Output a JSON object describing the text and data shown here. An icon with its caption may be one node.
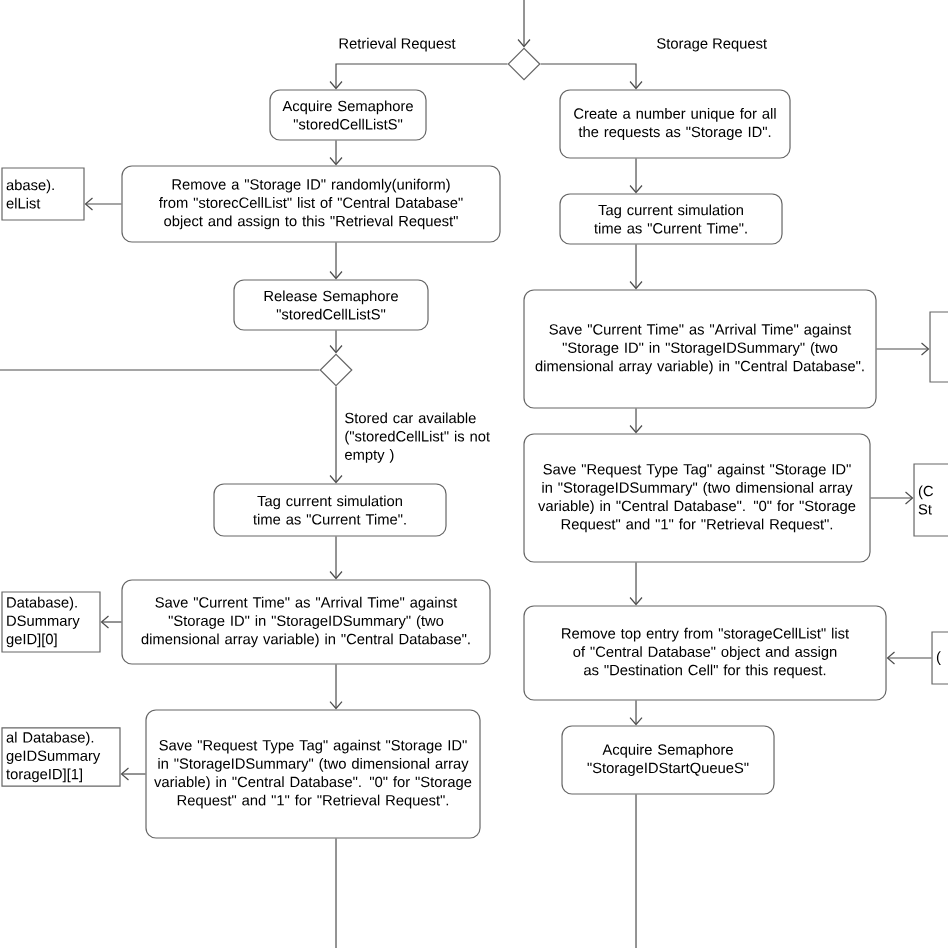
{
  "diagram": {
    "nodes": [
      {
        "text": [],
        "shape": "diamond"
      },
      {
        "text": [
          "Acquire Semaphore \"storedCellListS\""
        ]
      },
      {
        "text": [
          "Remove a \"Storage ID\" randomly(uniform) from \"storecCellList\" list of \"Central Database\" object and assign to this \"Retrieval Request\""
        ]
      },
      {
        "text": [
          "abase). elList"
        ]
      },
      {
        "text": [
          "Release Semaphore \"storedCellListS\""
        ]
      },
      {
        "text": [],
        "shape": "diamond"
      },
      {
        "text": [
          "Tag current simulation time as \"Current Time\"."
        ]
      },
      {
        "text": [
          "Save \"Current Time\" as \"Arrival Time\" against \"Storage ID\" in \"StorageIDSummary\" (two dimensional array variable) in \"Central Database\"."
        ]
      },
      {
        "text": [
          "Database). DSummary geID][0]"
        ]
      },
      {
        "text": [
          "Save \"Request Type Tag\" against \"Storage ID\" in \"StorageIDSummary\" (two dimensional array variable) in \"Central Database\". \"0\" for \"Storage Request\" and \"1\" for \"Retrieval Request\"."
        ]
      },
      {
        "text": [
          "al Database). geIDSummary torageID][1]"
        ]
      },
      {
        "text": [
          "Create a number unique for all the requests as \"Storage ID\"."
        ]
      },
      {
        "text": [
          "Tag current simulation time as \"Current Time\"."
        ]
      },
      {
        "text": [
          "Save \"Current Time\" as \"Arrival Time\" against \"Storage ID\" in \"StorageIDSummary\" (two dimensional array variable) in \"Central Database\"."
        ]
      },
      {
        "text": [],
        "shape": "box"
      },
      {
        "text": [
          "Save \"Request Type Tag\" against \"Storage ID\" in \"StorageIDSummary\" (two dimensional array variable) in \"Central Database\". \"0\" for \"Storage Request\" and \"1\" for \"Retrieval Request\"."
        ]
      },
      {
        "text": [
          "(C St"
        ]
      },
      {
        "text": [
          "Remove top entry from \"storageCellList\" list of \"Central Database\" object and assign as \"Destination Cell\" for this request."
        ]
      },
      {
        "text": [
          "("
        ]
      },
      {
        "text": [
          "Acquire Semaphore \"StorageIDStartQueueS\""
        ]
      }
    ],
    "edges": [
      {
        "from": null,
        "to": 0,
        "arrow": "to"
      },
      {
        "from": 0,
        "to": 1,
        "arrow": "to",
        "label": "Retrieval Request"
      },
      {
        "from": 0,
        "to": 11,
        "arrow": "to",
        "label": "Storage Request"
      },
      {
        "from": 1,
        "to": 2,
        "arrow": "to"
      },
      {
        "from": 2,
        "to": 3,
        "arrow": "to"
      },
      {
        "from": 2,
        "to": 4,
        "arrow": "to"
      },
      {
        "from": 4,
        "to": 5,
        "arrow": "to"
      },
      {
        "from": 5,
        "to": 6,
        "arrow": "to",
        "label": "Stored car available (\"storedCellList\" is not empty )"
      },
      {
        "from": 5,
        "to": null,
        "arrow": "none"
      },
      {
        "from": 6,
        "to": 7,
        "arrow": "to"
      },
      {
        "from": 7,
        "to": 8,
        "arrow": "to"
      },
      {
        "from": 7,
        "to": 9,
        "arrow": "to"
      },
      {
        "from": 9,
        "to": 10,
        "arrow": "to"
      },
      {
        "from": 9,
        "to": null,
        "arrow": "none"
      },
      {
        "from": 11,
        "to": 12,
        "arrow": "to"
      },
      {
        "from": 12,
        "to": 13,
        "arrow": "to"
      },
      {
        "from": 13,
        "to": 14,
        "arrow": "to"
      },
      {
        "from": 13,
        "to": 15,
        "arrow": "to"
      },
      {
        "from": 15,
        "to": 16,
        "arrow": "to"
      },
      {
        "from": 15,
        "to": 17,
        "arrow": "to"
      },
      {
        "from": 18,
        "to": 17,
        "arrow": "to"
      },
      {
        "from": 17,
        "to": 19,
        "arrow": "to"
      },
      {
        "from": 19,
        "to": null,
        "arrow": "none"
      }
    ]
  }
}
